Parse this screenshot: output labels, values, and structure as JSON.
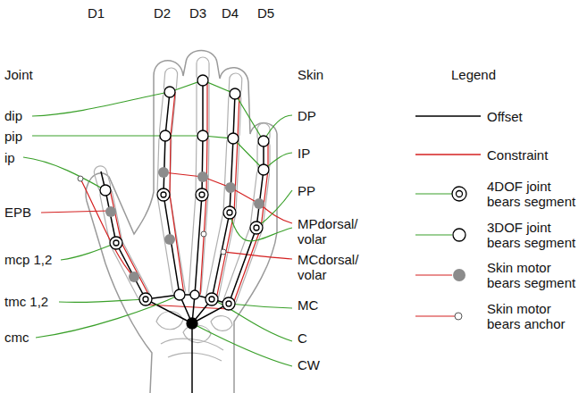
{
  "diagram": {
    "labels": [
      "D1",
      "D2",
      "D3",
      "D4",
      "D5",
      "Joint",
      "dip",
      "pip",
      "ip",
      "EPB",
      "mcp 1,2",
      "tmc 1,2",
      "cmc",
      "Skin",
      "DP",
      "IP",
      "PP",
      "MPdorsal/ volar",
      "MCdorsal/ volar",
      "MC",
      "C",
      "CW",
      "Legend"
    ],
    "legend": [
      {
        "text": "Offset"
      },
      {
        "text": "Constraint"
      },
      {
        "text": "4DOF joint bears segment"
      },
      {
        "text": "3DOF joint bears segment"
      },
      {
        "text": "Skin motor bears segment"
      },
      {
        "text": "Skin motor bears anchor"
      }
    ]
  }
}
